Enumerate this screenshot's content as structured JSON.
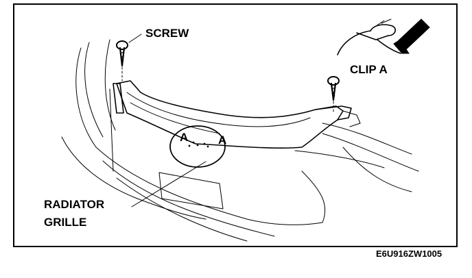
{
  "labels": {
    "screw": "SCREW",
    "clip": "CLIP A",
    "marker_left": "A",
    "marker_right": "A",
    "part_line1": "RADIATOR",
    "part_line2": "GRILLE",
    "reference_code": "E6U916ZW1005"
  }
}
